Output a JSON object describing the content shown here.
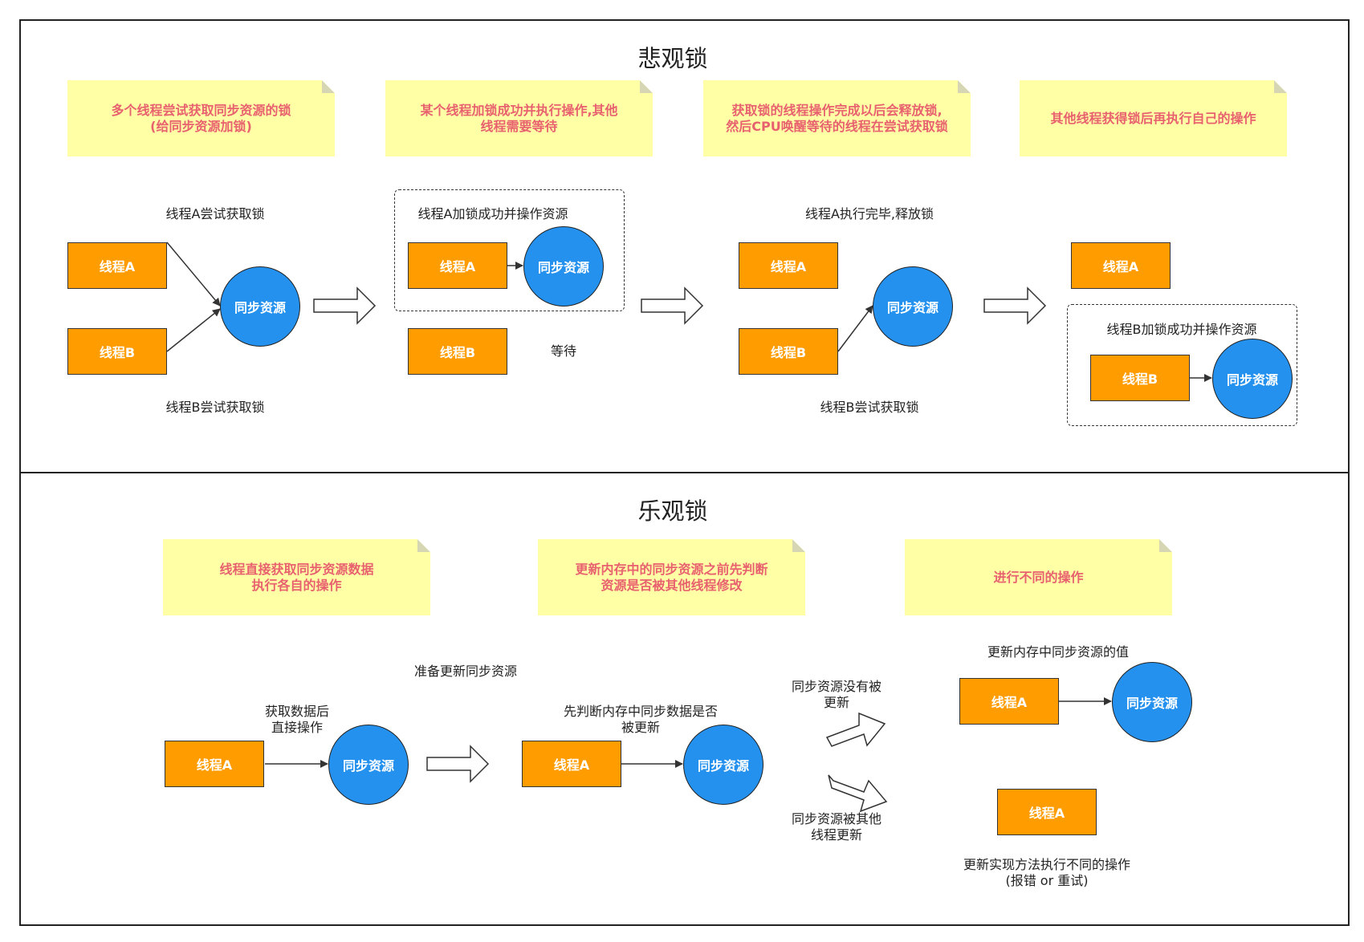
{
  "pessimistic": {
    "title": "悲观锁",
    "notes": [
      "多个线程尝试获取同步资源的锁\n(给同步资源加锁)",
      "某个线程加锁成功并执行操作,其他\n线程需要等待",
      "获取锁的线程操作完成以后会释放锁,\n然后CPU唤醒等待的线程在尝试获取锁",
      "其他线程获得锁后再执行自己的操作"
    ],
    "labels": {
      "a_try": "线程A尝试获取锁",
      "b_try": "线程B尝试获取锁",
      "a_locked": "线程A加锁成功并操作资源",
      "wait": "等待",
      "a_done": "线程A执行完毕,释放锁",
      "b_try2": "线程B尝试获取锁",
      "b_locked": "线程B加锁成功并操作资源"
    }
  },
  "optimistic": {
    "title": "乐观锁",
    "notes": [
      "线程直接获取同步资源数据\n执行各自的操作",
      "更新内存中的同步资源之前先判断\n资源是否被其他线程修改",
      "进行不同的操作"
    ],
    "labels": {
      "prepare": "准备更新同步资源",
      "direct": "获取数据后\n直接操作",
      "check": "先判断内存中同步数据是否\n被更新",
      "not_updated": "同步资源没有被\n更新",
      "updated": "同步资源被其他\n线程更新",
      "update_value": "更新内存中同步资源的值",
      "diff_ops": "更新实现方法执行不同的操作\n(报错 or 重试)"
    }
  },
  "nodes": {
    "thread_a": "线程A",
    "thread_b": "线程B",
    "resource": "同步资源"
  }
}
